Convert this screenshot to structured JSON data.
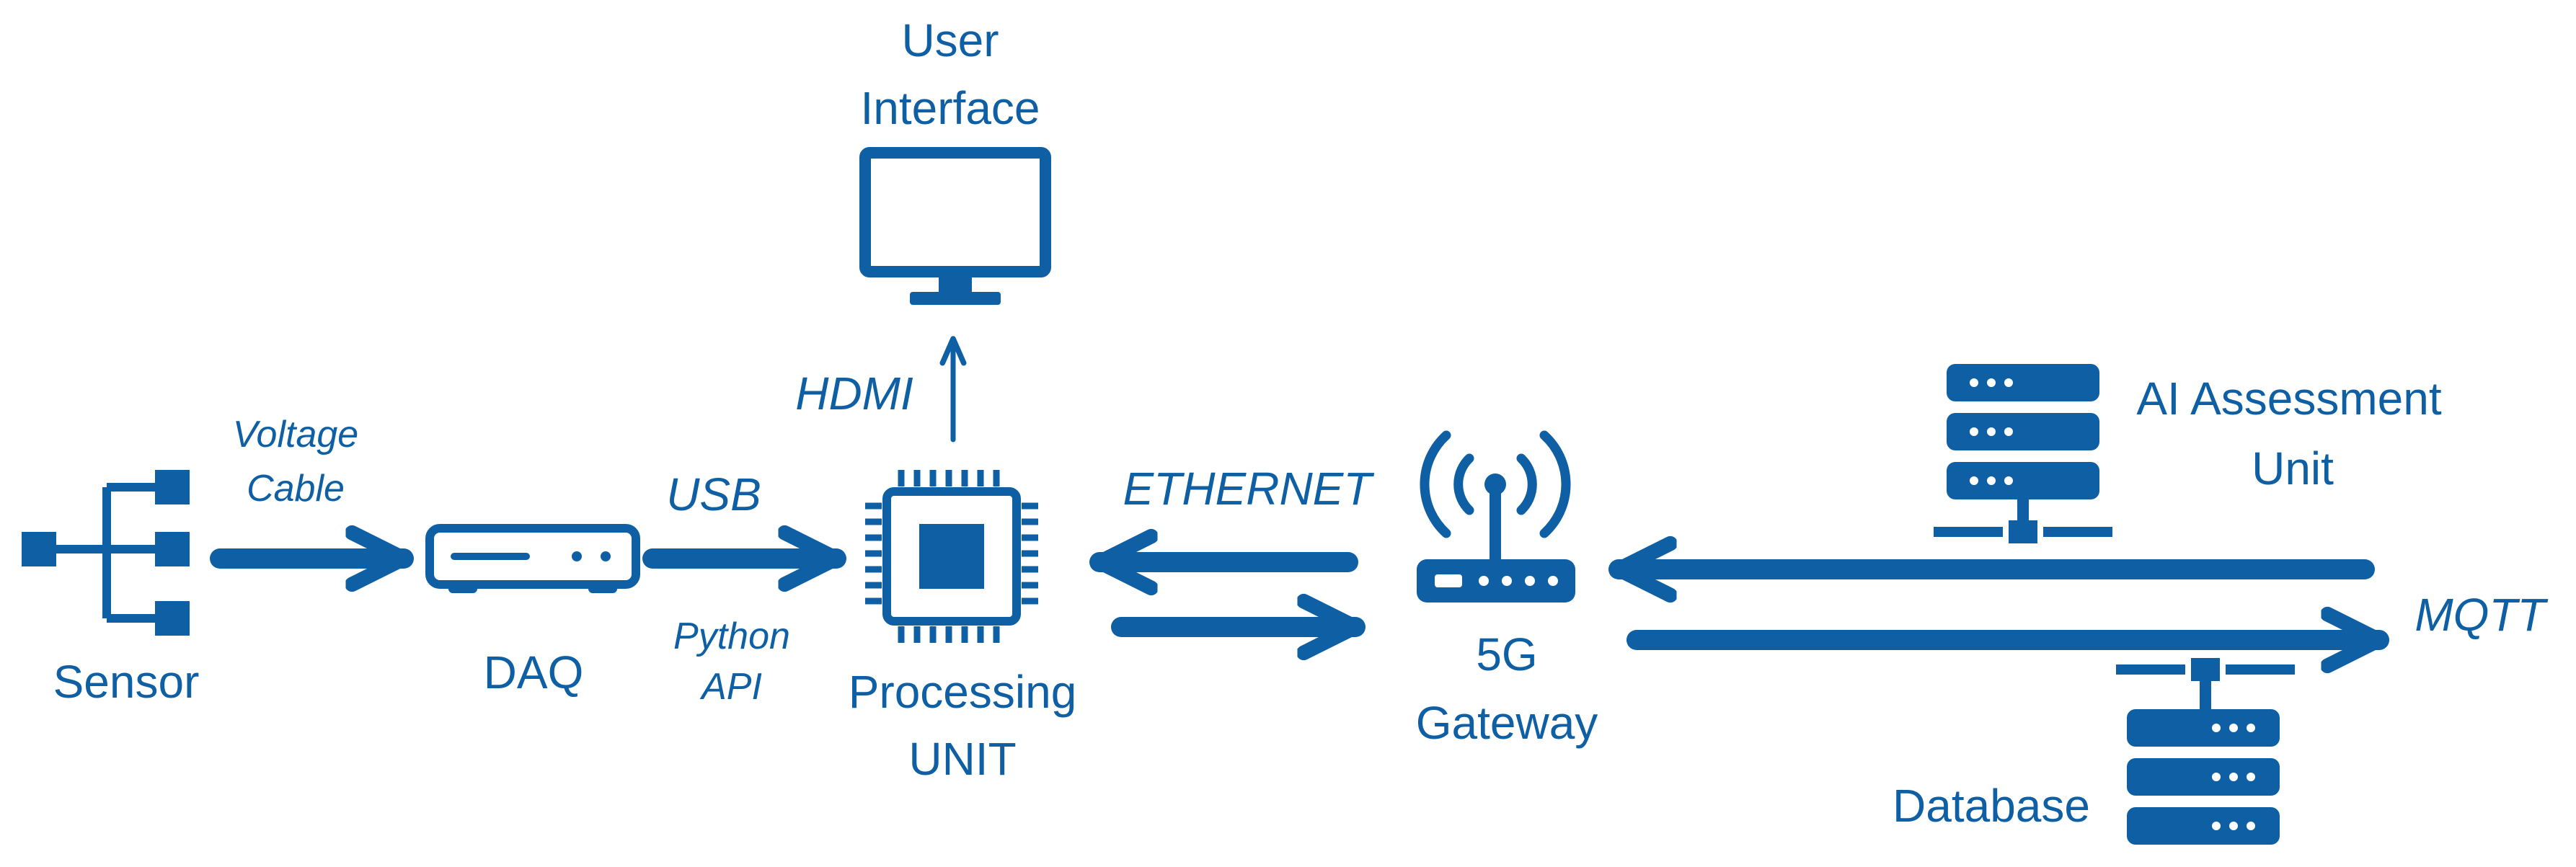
{
  "colors": {
    "primary": "#0E5FA3",
    "background": "#FFFFFF"
  },
  "nodes": {
    "sensor": {
      "label": "Sensor",
      "icon": "sensor-tree-icon"
    },
    "daq": {
      "label": "DAQ",
      "icon": "daq-device-icon"
    },
    "processing": {
      "label_line1": "Processing",
      "label_line2": "UNIT",
      "icon": "cpu-chip-icon"
    },
    "user_interface": {
      "label_line1": "User",
      "label_line2": "Interface",
      "icon": "monitor-icon"
    },
    "gateway": {
      "label_line1": "5G",
      "label_line2": "Gateway",
      "icon": "wireless-router-icon"
    },
    "ai_unit": {
      "label_line1": "AI Assessment",
      "label_line2": "Unit",
      "icon": "server-stack-icon"
    },
    "database": {
      "label": "Database",
      "icon": "server-stack-icon"
    }
  },
  "edges": {
    "sensor_daq": {
      "label_line1": "Voltage",
      "label_line2": "Cable"
    },
    "daq_processing": {
      "label_top": "USB",
      "label_bottom_line1": "Python",
      "label_bottom_line2": "API"
    },
    "processing_ui": {
      "label": "HDMI"
    },
    "processing_gateway": {
      "label": "ETHERNET"
    },
    "gateway_cloud": {
      "label": "MQTT"
    }
  }
}
